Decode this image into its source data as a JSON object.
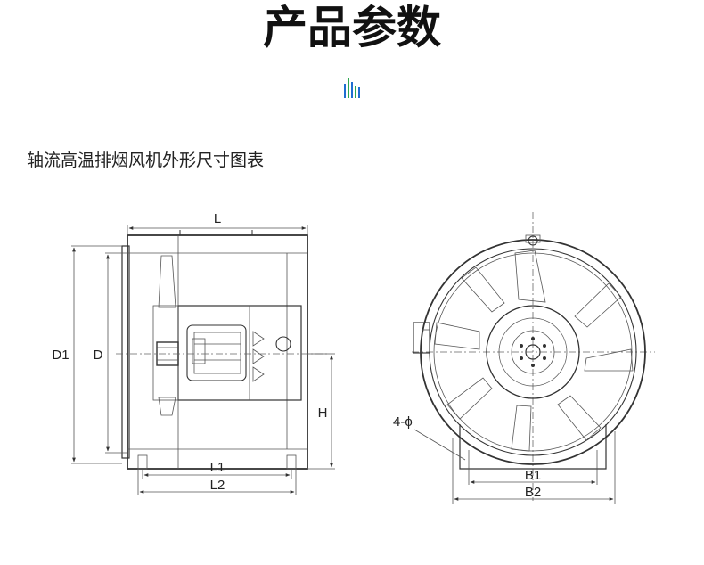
{
  "header": {
    "title": "产品参数"
  },
  "section": {
    "subtitle": "轴流高温排烟风机外形尺寸图表"
  },
  "diagram": {
    "side_view": {
      "labels": {
        "length": "L",
        "outer_diameter": "D1",
        "inner_diameter": "D",
        "height": "H",
        "base_length_1": "L1",
        "base_length_2": "L2"
      }
    },
    "front_view": {
      "labels": {
        "holes": "4-ϕ",
        "base_width_1": "B1",
        "base_width_2": "B2"
      }
    }
  },
  "colors": {
    "mark_blue": "#1f6fd1",
    "mark_green": "#2fa84f",
    "line": "#333333"
  }
}
